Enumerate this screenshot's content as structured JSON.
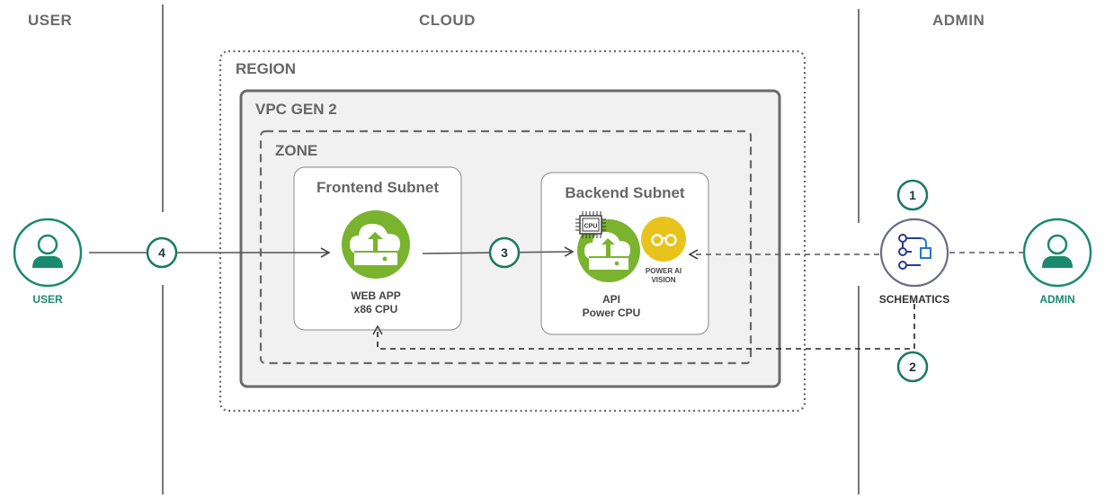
{
  "columns": {
    "user": "USER",
    "cloud": "CLOUD",
    "admin": "ADMIN"
  },
  "containers": {
    "region": "REGION",
    "vpc": "VPC GEN 2",
    "zone": "ZONE",
    "frontend": "Frontend Subnet",
    "backend": "Backend Subnet"
  },
  "nodes": {
    "web_app": "WEB APP",
    "web_cpu": "x86 CPU",
    "api": "API",
    "api_cpu": "Power CPU",
    "vision_line1": "POWER AI",
    "vision_line2": "VISION",
    "cpu_chip": "CPU",
    "schematics": "SCHEMATICS",
    "user": "USER",
    "admin": "ADMIN"
  },
  "steps": [
    "1",
    "2",
    "3",
    "4"
  ],
  "colors": {
    "green": "#7ab32e",
    "teal": "#1a8a6e",
    "yellow": "#e8c31c",
    "gray_line": "#666666",
    "schematics_blue": "#1f78d1"
  }
}
